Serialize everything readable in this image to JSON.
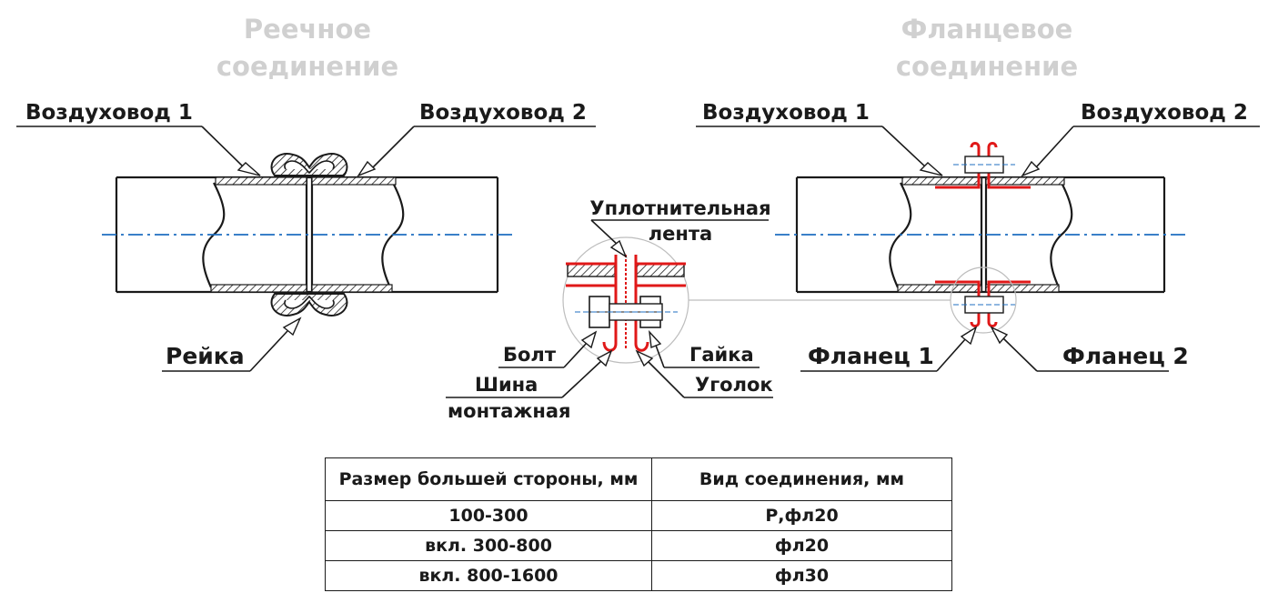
{
  "left_diagram": {
    "title_line1": "Реечное",
    "title_line2": "соединение",
    "duct1_label": "Воздуховод 1",
    "duct2_label": "Воздуховод 2",
    "rail_label": "Рейка"
  },
  "right_diagram": {
    "title_line1": "Фланцевое",
    "title_line2": "соединение",
    "duct1_label": "Воздуховод 1",
    "duct2_label": "Воздуховод 2",
    "flange1_label": "Фланец 1",
    "flange2_label": "Фланец 2"
  },
  "detail": {
    "seal_line1": "Уплотнительная",
    "seal_line2": "лента",
    "bolt_label": "Болт",
    "nut_label": "Гайка",
    "bus_line1": "Шина",
    "bus_line2": "монтажная",
    "corner_label": "Уголок"
  },
  "table": {
    "headers": [
      "Размер большей стороны, мм",
      "Вид соединения, мм"
    ],
    "rows": [
      [
        "100-300",
        "Р,фл20"
      ],
      [
        "вкл. 300-800",
        "фл20"
      ],
      [
        "вкл. 800-1600",
        "фл30"
      ]
    ]
  },
  "colors": {
    "axis": "#1f6fc0",
    "flange": "#e01818",
    "title": "#d0d0d0",
    "ink": "#1a1a1a"
  }
}
